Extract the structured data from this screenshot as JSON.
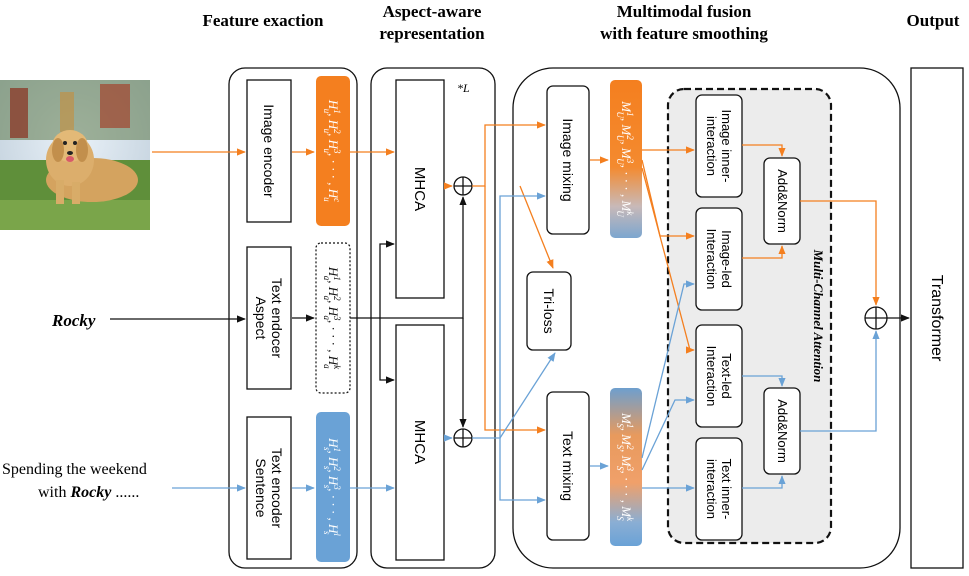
{
  "headers": {
    "feature_extraction": "Feature exaction",
    "aspect_line1": "Aspect-aware",
    "aspect_line2": "representation",
    "fusion_line1": "Multimodal fusion",
    "fusion_line2": "with feature smoothing",
    "output": "Output"
  },
  "inputs": {
    "aspect_word": "Rocky",
    "sentence_line1": "Spending the weekend",
    "sentence_line2_pre": "with ",
    "sentence_line2_bold": "Rocky",
    "sentence_line2_post": " ......"
  },
  "encoders": {
    "image": "Image encoder",
    "aspect_line1": "Text endocer",
    "aspect_line2": "Aspect",
    "sentence_line1": "Text encoder",
    "sentence_line2": "Sentence"
  },
  "feature_seqs": {
    "image": [
      "H",
      "1",
      "u",
      ", ",
      "H",
      "2",
      "u",
      ", ",
      "H",
      "3",
      "u",
      ", · · · , ",
      "H",
      "c",
      "u"
    ],
    "aspect": [
      "H",
      "1",
      "a",
      ", ",
      "H",
      "2",
      "a",
      ", ",
      "H",
      "3",
      "a",
      ", · · · , ",
      "H",
      "k",
      "a"
    ],
    "sentence": [
      "H",
      "1",
      "s",
      ", ",
      "H",
      "2",
      "s",
      ", ",
      "H",
      "3",
      "s",
      ", · · · , ",
      "H",
      "l",
      "s"
    ]
  },
  "mhca_label": "MHCA",
  "layer_mark": "*L",
  "fusion": {
    "image_mixing": "Image mixing",
    "text_mixing": "Text mixing",
    "tri_loss": "Tri-loss",
    "image_seq": [
      "M",
      "1",
      "U",
      ", ",
      "M",
      "2",
      "U",
      ", ",
      "M",
      "3",
      "U",
      ", · · · , ",
      "M",
      "k",
      "U"
    ],
    "text_seq": [
      "M",
      "1",
      "S",
      ", ",
      "M",
      "2",
      "S",
      ", ",
      "M",
      "3",
      "S",
      ", · · · , ",
      "M",
      "k",
      "S"
    ]
  },
  "attention": {
    "title": "Multi-Channel Attention",
    "image_inner_line1": "Image inner-",
    "image_inner_line2": "interaction",
    "image_led_line1": "Image-led",
    "image_led_line2": "Interaction",
    "text_led_line1": "Text-led",
    "text_led_line2": "Interaction",
    "text_inner_line1": "Text inner-",
    "text_inner_line2": "interaction",
    "add_norm": "Add&Norm"
  },
  "output_label": "Transformer",
  "colors": {
    "orange": "#f47f1f",
    "blue": "#6aa2d6",
    "black": "#111111",
    "panel_gray": "#ececec"
  }
}
